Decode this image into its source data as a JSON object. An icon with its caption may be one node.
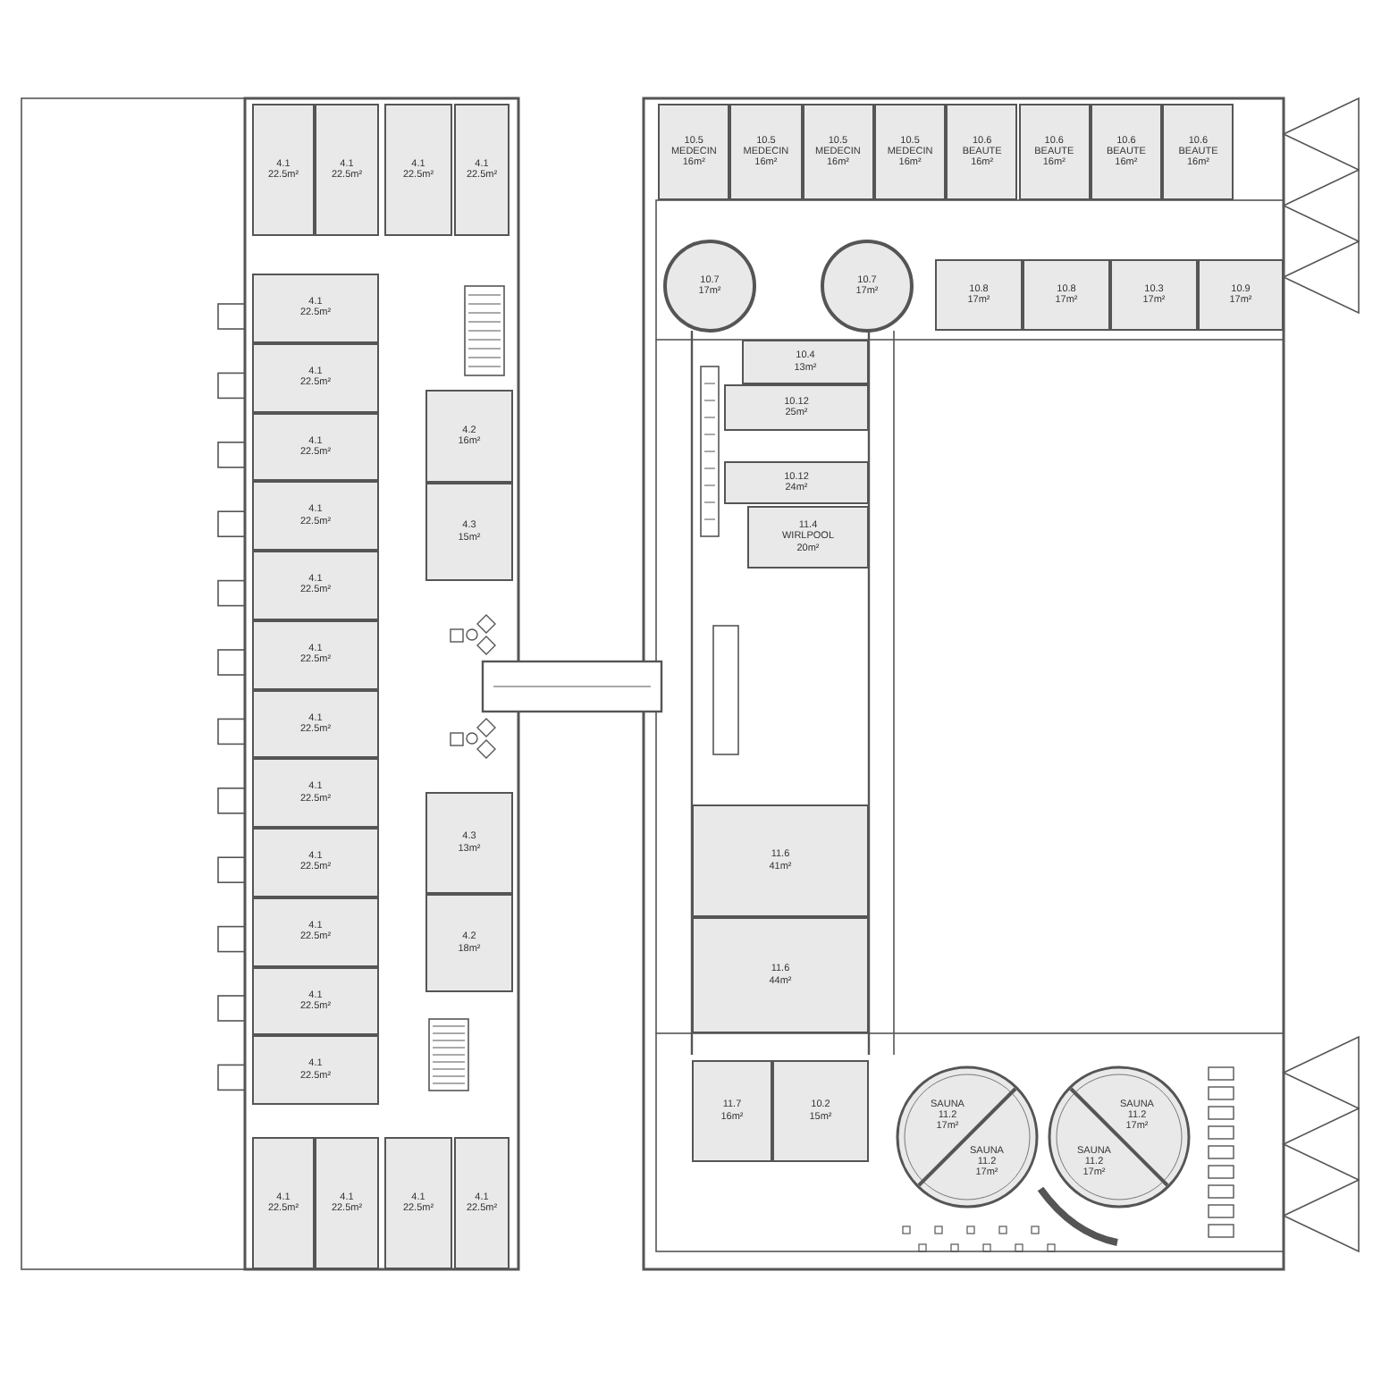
{
  "diagram": {
    "nodes": [
      {
        "text": [
          "4.1",
          "22.5m²"
        ]
      },
      {
        "text": [
          "4.1",
          "22.5m²"
        ]
      },
      {
        "text": [
          "4.1",
          "22.5m²"
        ]
      },
      {
        "text": [
          "4.1",
          "22.5m²"
        ]
      },
      {
        "text": [
          "4.1",
          "22.5m²"
        ]
      },
      {
        "text": [
          "4.1",
          "22.5m²"
        ]
      },
      {
        "text": [
          "4.1",
          "22.5m²"
        ]
      },
      {
        "text": [
          "4.1",
          "22.5m²"
        ]
      },
      {
        "text": [
          "4.1",
          "22.5m²"
        ]
      },
      {
        "text": [
          "4.1",
          "22.5m²"
        ]
      },
      {
        "text": [
          "4.1",
          "22.5m²"
        ]
      },
      {
        "text": [
          "4.1",
          "22.5m²"
        ]
      },
      {
        "text": [
          "4.1",
          "22.5m²"
        ]
      },
      {
        "text": [
          "4.1",
          "22.5m²"
        ]
      },
      {
        "text": [
          "4.1",
          "22.5m²"
        ]
      },
      {
        "text": [
          "4.1",
          "22.5m²"
        ]
      },
      {
        "text": [
          "4.2",
          "16m²"
        ]
      },
      {
        "text": [
          "4.3",
          "15m²"
        ]
      },
      {
        "text": [
          "4.3",
          "13m²"
        ]
      },
      {
        "text": [
          "4.2",
          "18m²"
        ]
      },
      {
        "text": [
          "4.1",
          "22.5m²"
        ]
      },
      {
        "text": [
          "4.1",
          "22.5m²"
        ]
      },
      {
        "text": [
          "4.1",
          "22.5m²"
        ]
      },
      {
        "text": [
          "4.1",
          "22.5m²"
        ]
      },
      {
        "text": [
          "10.5",
          "MEDECIN",
          "16m²"
        ]
      },
      {
        "text": [
          "10.5",
          "MEDECIN",
          "16m²"
        ]
      },
      {
        "text": [
          "10.5",
          "MEDECIN",
          "16m²"
        ]
      },
      {
        "text": [
          "10.5",
          "MEDECIN",
          "16m²"
        ]
      },
      {
        "text": [
          "10.6",
          "BEAUTE",
          "16m²"
        ]
      },
      {
        "text": [
          "10.6",
          "BEAUTE",
          "16m²"
        ]
      },
      {
        "text": [
          "10.6",
          "BEAUTE",
          "16m²"
        ]
      },
      {
        "text": [
          "10.6",
          "BEAUTE",
          "16m²"
        ]
      },
      {
        "text": [
          "10.7",
          "17m²"
        ]
      },
      {
        "text": [
          "10.7",
          "17m²"
        ]
      },
      {
        "text": [
          "10.8",
          "17m²"
        ]
      },
      {
        "text": [
          "10.8",
          "17m²"
        ]
      },
      {
        "text": [
          "10.3",
          "17m²"
        ]
      },
      {
        "text": [
          "10.9",
          "17m²"
        ]
      },
      {
        "text": [
          "10.4",
          "13m²"
        ]
      },
      {
        "text": [
          "10.12",
          "25m²"
        ]
      },
      {
        "text": [
          "10.12",
          "24m²"
        ]
      },
      {
        "text": [
          "11.4",
          "WIRLPOOL",
          "20m²"
        ]
      },
      {
        "text": [
          "11.6",
          "41m²"
        ]
      },
      {
        "text": [
          "11.6",
          "44m²"
        ]
      },
      {
        "text": [
          "11.7",
          "16m²"
        ]
      },
      {
        "text": [
          "10.2",
          "15m²"
        ]
      },
      {
        "text": [
          "SAUNA",
          "11.2",
          "17m²"
        ]
      },
      {
        "text": [
          "SAUNA",
          "11.2",
          "17m²"
        ]
      },
      {
        "text": [
          "SAUNA",
          "11.2",
          "17m²"
        ]
      },
      {
        "text": [
          "SAUNA",
          "11.2",
          "17m²"
        ]
      }
    ]
  }
}
